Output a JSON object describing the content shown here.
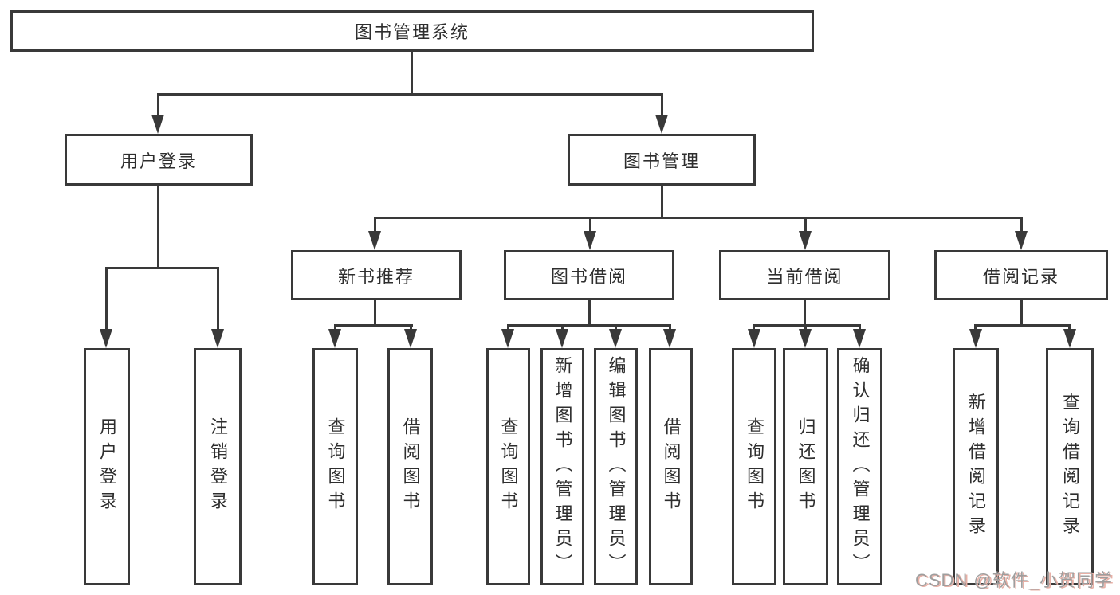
{
  "colors": {
    "line": "#393939",
    "text": "#2e2e2e",
    "bg": "#ffffff",
    "watermark": "#9e9e9e",
    "watermarkShadow": "#e8b0a6"
  },
  "watermark": {
    "text": "CSDN @软件_小贺同学"
  },
  "tree": {
    "root": {
      "label": "图书管理系统"
    },
    "children": [
      {
        "label": "用户登录",
        "children": [
          {
            "label": "用户登录"
          },
          {
            "label": "注销登录"
          }
        ]
      },
      {
        "label": "图书管理",
        "children": [
          {
            "label": "新书推荐",
            "children": [
              {
                "label": "查询图书"
              },
              {
                "label": "借阅图书"
              }
            ]
          },
          {
            "label": "图书借阅",
            "children": [
              {
                "label": "查询图书"
              },
              {
                "label": "新增图书（管理员）"
              },
              {
                "label": "编辑图书（管理员）"
              },
              {
                "label": "借阅图书"
              }
            ]
          },
          {
            "label": "当前借阅",
            "children": [
              {
                "label": "查询图书"
              },
              {
                "label": "归还图书"
              },
              {
                "label": "确认归还（管理员）"
              }
            ]
          },
          {
            "label": "借阅记录",
            "children": [
              {
                "label": "新增借阅记录"
              },
              {
                "label": "查询借阅记录"
              }
            ]
          }
        ]
      }
    ]
  }
}
